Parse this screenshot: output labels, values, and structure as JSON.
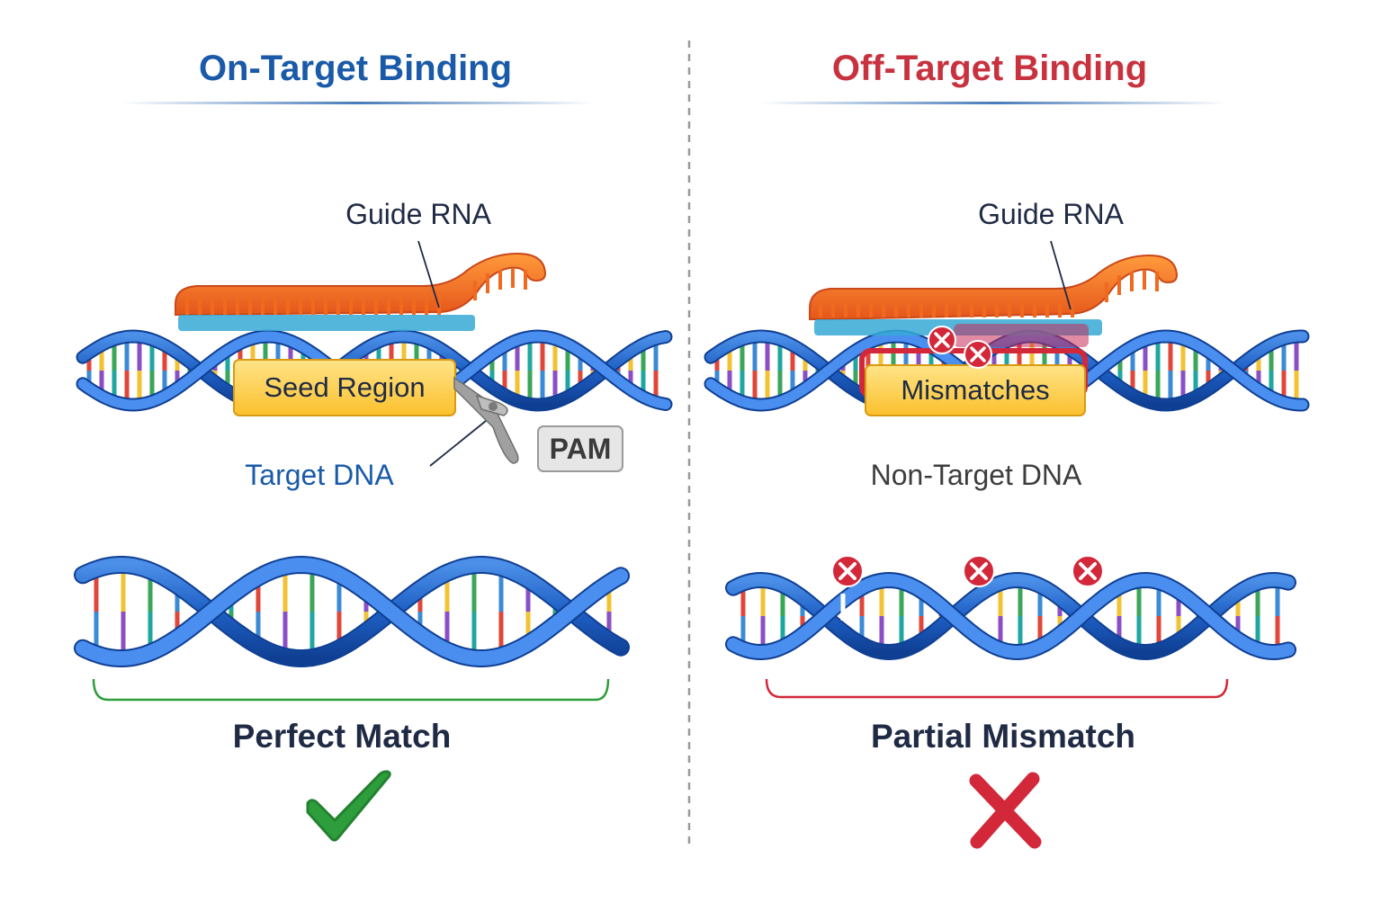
{
  "left": {
    "title": "On-Target Binding",
    "guide_label": "Guide RNA",
    "seed_label": "Seed Region",
    "pam_label": "PAM",
    "dna_label": "Target DNA",
    "result_label": "Perfect Match",
    "result_icon": "checkmark-icon"
  },
  "right": {
    "title": "Off-Target Binding",
    "guide_label": "Guide RNA",
    "mismatch_label": "Mismatches",
    "dna_label": "Non-Target DNA",
    "result_label": "Partial Mismatch",
    "result_icon": "cross-icon"
  },
  "colors": {
    "on_target_title": "#1a5aa8",
    "off_target_title": "#c8323f",
    "dna_blue": "#1e5fc4",
    "guide_orange": "#ef6a1e",
    "seed_yellow": "#fdd24a",
    "match_green": "#2e9e3c",
    "mismatch_red": "#d2283a"
  }
}
